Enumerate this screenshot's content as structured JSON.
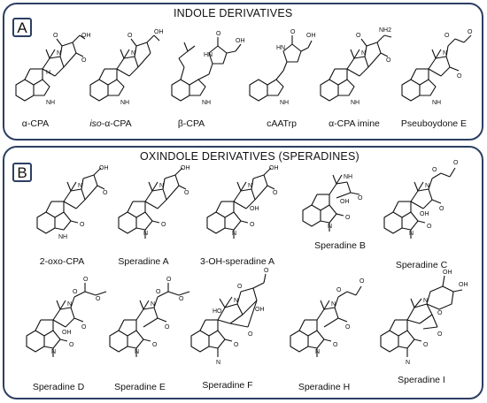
{
  "panel_a": {
    "label": "A",
    "title": "INDOLE DERIVATIVES",
    "compounds": [
      {
        "name_prefix": "",
        "name": "α-CPA"
      },
      {
        "name_prefix": "iso",
        "name": "-α-CPA"
      },
      {
        "name_prefix": "",
        "name": "β-CPA"
      },
      {
        "name_prefix": "",
        "name": "cAATrp"
      },
      {
        "name_prefix": "",
        "name": "α-CPA imine"
      },
      {
        "name_prefix": "",
        "name": "Pseuboydone E"
      }
    ]
  },
  "panel_b": {
    "label": "B",
    "title": "OXINDOLE DERIVATIVES  (SPERADINES)",
    "compounds": [
      {
        "name": "2-oxo-CPA"
      },
      {
        "name": "Speradine A"
      },
      {
        "name": "3-OH-speradine A"
      },
      {
        "name": "Speradine B"
      },
      {
        "name": "Speradine C"
      },
      {
        "name": "Speradine D"
      },
      {
        "name": "Speradine E"
      },
      {
        "name": "Speradine F"
      },
      {
        "name": "Speradine H"
      },
      {
        "name": "Speradine I"
      }
    ]
  },
  "atoms": {
    "n": "N",
    "nh": "NH",
    "hn": "HN",
    "h": "H",
    "o": "O",
    "oh": "OH",
    "ho": "HO",
    "nh2": "NH2"
  }
}
